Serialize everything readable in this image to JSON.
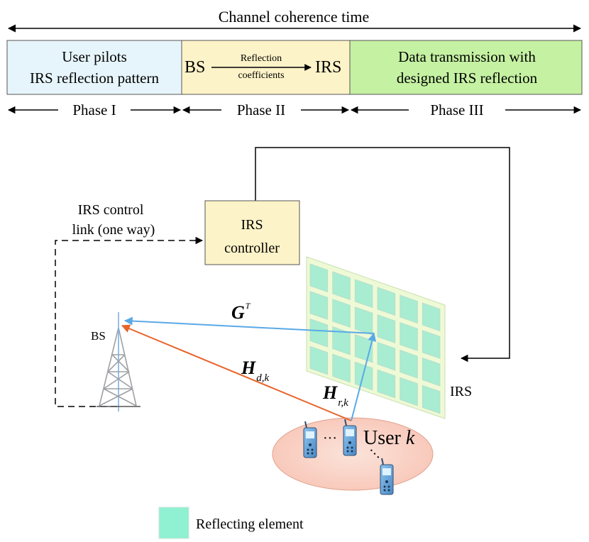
{
  "title": "Channel coherence time",
  "phases": [
    {
      "label": "Phase I",
      "lines": [
        "User pilots",
        "IRS reflection pattern"
      ],
      "fill": "#e6f5fb"
    },
    {
      "label": "Phase II",
      "from": "BS",
      "to": "IRS",
      "arrow_top": "Reflection",
      "arrow_bottom": "coefficients",
      "fill": "#fdf3c8"
    },
    {
      "label": "Phase III",
      "lines": [
        "Data transmission with",
        "designed IRS reflection"
      ],
      "fill": "#c5f1a2"
    }
  ],
  "control_link": {
    "line1": "IRS control",
    "line2": "link (one way)"
  },
  "controller": {
    "line1": "IRS",
    "line2": "controller",
    "fill": "#fdf3c8"
  },
  "bs_label": "BS",
  "irs_label": "IRS",
  "user_label": "User ",
  "user_var": "k",
  "dots": "···",
  "channels": {
    "G": {
      "main": "G",
      "sup": "T",
      "color": "#5aa9e6"
    },
    "Hd": {
      "main": "H",
      "sub": "d,k",
      "color": "#e8632a"
    },
    "Hr": {
      "main": "H",
      "sub": "r,k",
      "color": "#5aa9e6"
    }
  },
  "legend": {
    "label": "Reflecting element",
    "color": "#8ff0d2"
  },
  "colors": {
    "irs_panel": "#eef9d6",
    "irs_element": "#a8ecd2",
    "user_ellipse": "#f8c7b8",
    "tower": "#9ea0a4"
  }
}
